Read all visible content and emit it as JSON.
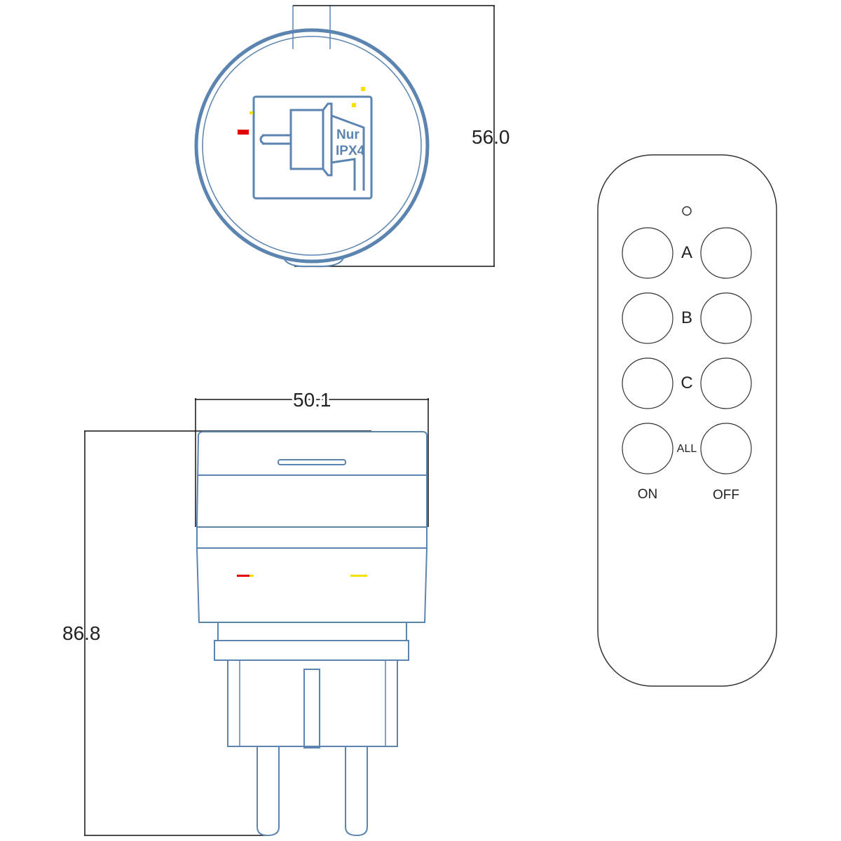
{
  "dimensions": {
    "diameter": "56.0",
    "width": "50.1",
    "height": "86.8"
  },
  "label_icon": {
    "line1": "Nur",
    "line2": "IPX4"
  },
  "remote": {
    "rows": [
      {
        "label": "A"
      },
      {
        "label": "B"
      },
      {
        "label": "C"
      },
      {
        "label": "ALL"
      }
    ],
    "on_label": "ON",
    "off_label": "OFF"
  },
  "colors": {
    "outline": "#5b84b1",
    "led_red": "#e00000",
    "led_yellow": "#f5e000"
  }
}
